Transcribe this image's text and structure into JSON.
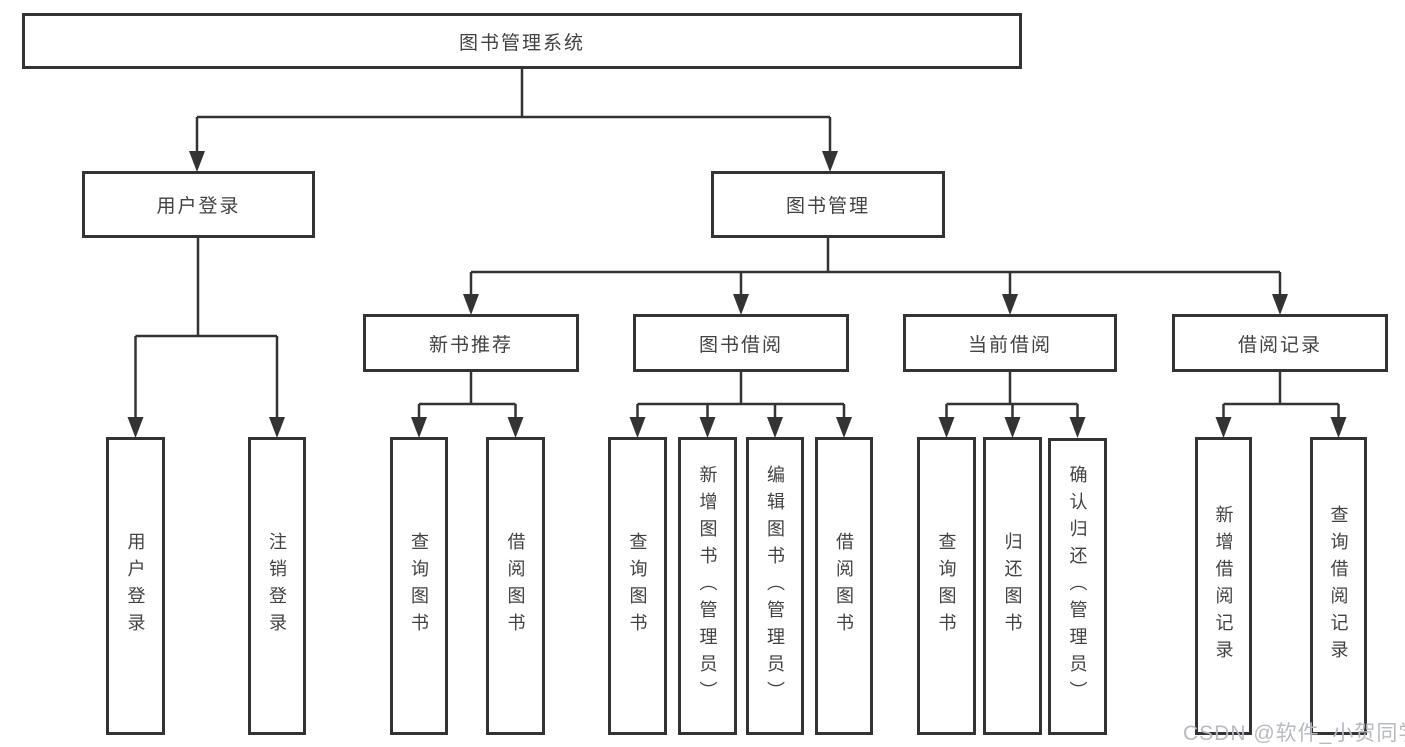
{
  "diagram": {
    "title": "图书管理系统",
    "watermark": "CSDN @软件_小贺同学",
    "colors": {
      "line": "#333333",
      "box_border": "#333333",
      "box_background": "#ffffff",
      "text": "#424242",
      "watermark_text": "#b7bac1"
    },
    "nodes": {
      "root": {
        "label": "图书管理系统"
      },
      "level2": [
        {
          "label": "用户登录"
        },
        {
          "label": "图书管理"
        }
      ],
      "level3": [
        {
          "label": "新书推荐"
        },
        {
          "label": "图书借阅"
        },
        {
          "label": "当前借阅"
        },
        {
          "label": "借阅记录"
        }
      ],
      "leaves": [
        {
          "label": "用户登录"
        },
        {
          "label": "注销登录"
        },
        {
          "label": "查询图书"
        },
        {
          "label": "借阅图书"
        },
        {
          "label": "查询图书"
        },
        {
          "label": "新增图书（管理员）"
        },
        {
          "label": "编辑图书（管理员）"
        },
        {
          "label": "借阅图书"
        },
        {
          "label": "查询图书"
        },
        {
          "label": "归还图书"
        },
        {
          "label": "确认归还（管理员）"
        },
        {
          "label": "新增借阅记录"
        },
        {
          "label": "查询借阅记录"
        }
      ]
    },
    "hierarchy": {
      "图书管理系统": [
        "用户登录",
        "图书管理"
      ],
      "用户登录": [
        "用户登录",
        "注销登录"
      ],
      "图书管理": [
        "新书推荐",
        "图书借阅",
        "当前借阅",
        "借阅记录"
      ],
      "新书推荐": [
        "查询图书",
        "借阅图书"
      ],
      "图书借阅": [
        "查询图书",
        "新增图书（管理员）",
        "编辑图书（管理员）",
        "借阅图书"
      ],
      "当前借阅": [
        "查询图书",
        "归还图书",
        "确认归还（管理员）"
      ],
      "借阅记录": [
        "新增借阅记录",
        "查询借阅记录"
      ]
    }
  }
}
